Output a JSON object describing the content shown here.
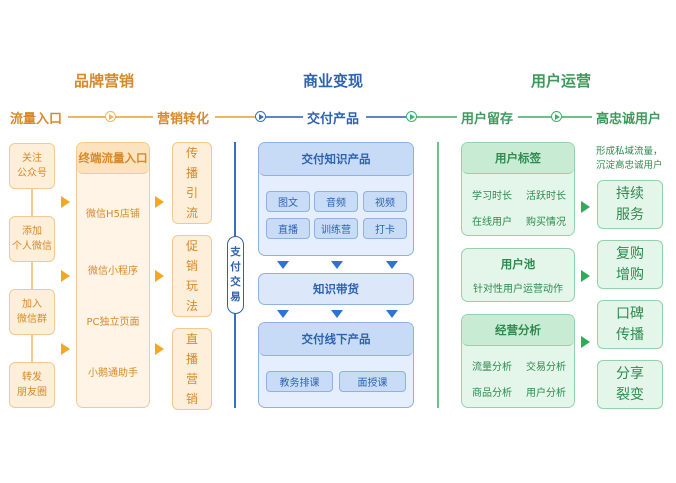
{
  "sections": {
    "brand": "品牌营销",
    "business": "商业变现",
    "user_ops": "用户运营"
  },
  "stages": [
    "流量入口",
    "营销转化",
    "交付产品",
    "用户留存",
    "高忠诚用户"
  ],
  "traffic_entry": {
    "items": [
      "关注\n公众号",
      "添加\n个人微信",
      "加入\n微信群",
      "转发\n朋友圈"
    ]
  },
  "terminal": {
    "title": "终端流量入口",
    "items": [
      "微信H5店铺",
      "微信小程序",
      "PC独立页面",
      "小鹅通助手"
    ]
  },
  "conversion": {
    "items": [
      "传播引流",
      "促销玩法",
      "直播营销"
    ]
  },
  "payment": "支付交易",
  "knowledge_products": {
    "title": "交付知识产品",
    "items": [
      "图文",
      "音频",
      "视频",
      "直播",
      "训练营",
      "打卡"
    ]
  },
  "knowledge_goods": "知识带货",
  "offline_products": {
    "title": "交付线下产品",
    "items": [
      "教务排课",
      "面授课"
    ]
  },
  "user_tags": {
    "title": "用户标签",
    "items": [
      "学习时长",
      "活跃时长",
      "在线用户",
      "购买情况"
    ]
  },
  "user_pool": {
    "title": "用户池",
    "desc": "针对性用户运营动作"
  },
  "analysis": {
    "title": "经营分析",
    "items": [
      "流量分析",
      "交易分析",
      "商品分析",
      "用户分析"
    ]
  },
  "loyal": {
    "caption": "形成私域流量，\n沉淀高忠诚用户",
    "items": [
      "持续\n服务",
      "复购\n增购",
      "口碑\n传播",
      "分享\n裂变"
    ]
  },
  "colors": {
    "brand": "#d8892a",
    "business": "#2e62b0",
    "user_ops": "#3e9a5c"
  }
}
